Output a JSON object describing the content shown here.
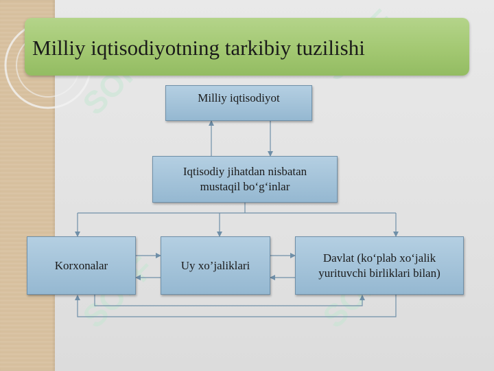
{
  "slide": {
    "title": "Milliy iqtisodiyotning tarkibiy tuzilishi",
    "watermark": "SOFF"
  },
  "diagram": {
    "nodes": {
      "top": "Milliy iqtisodiyot",
      "middle": "Iqtisodiy jihatdan nisbatan mustaqil bo‘g‘inlar",
      "left": "Korxonalar",
      "center": "Uy xo’jaliklari",
      "right": "Davlat (ko‘plab xo‘jalik yurituvchi birliklari bilan)"
    }
  },
  "colors": {
    "title_bar": "#a3c872",
    "box_fill": "#a5c4da",
    "connector": "#6f8fa8",
    "side_strip": "#d9c3a3"
  }
}
